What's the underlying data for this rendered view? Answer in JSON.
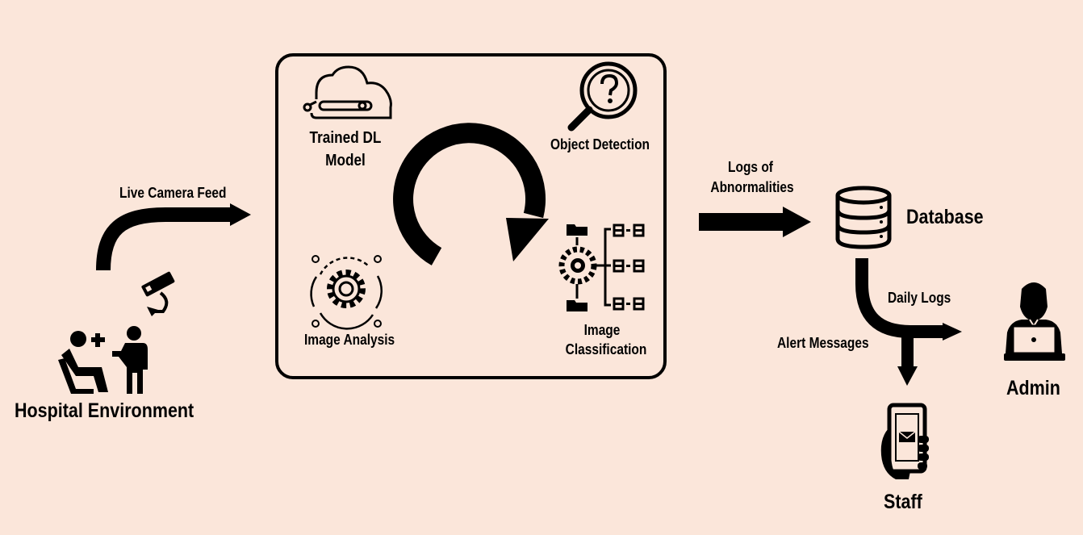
{
  "colors": {
    "background": "#fbe6da",
    "ink": "#000000"
  },
  "labels": {
    "hospital_environment": "Hospital Environment",
    "live_camera_feed": "Live Camera Feed",
    "trained_model_line1": "Trained DL",
    "trained_model_line2": "Model",
    "object_detection": "Object Detection",
    "image_analysis": "Image Analysis",
    "image_classification_line1": "Image",
    "image_classification_line2": "Classification",
    "logs_line1": "Logs of",
    "logs_line2": "Abnormalities",
    "database": "Database",
    "daily_logs": "Daily Logs",
    "alert_messages": "Alert Messages",
    "admin": "Admin",
    "staff": "Staff"
  },
  "icons": [
    "patient-doctor-icon",
    "cctv-camera-icon",
    "cloud-icon",
    "magnifier-question-icon",
    "cycle-arrow-icon",
    "gear-cycle-icon",
    "classification-tree-icon",
    "database-icon",
    "admin-laptop-icon",
    "phone-message-icon"
  ]
}
